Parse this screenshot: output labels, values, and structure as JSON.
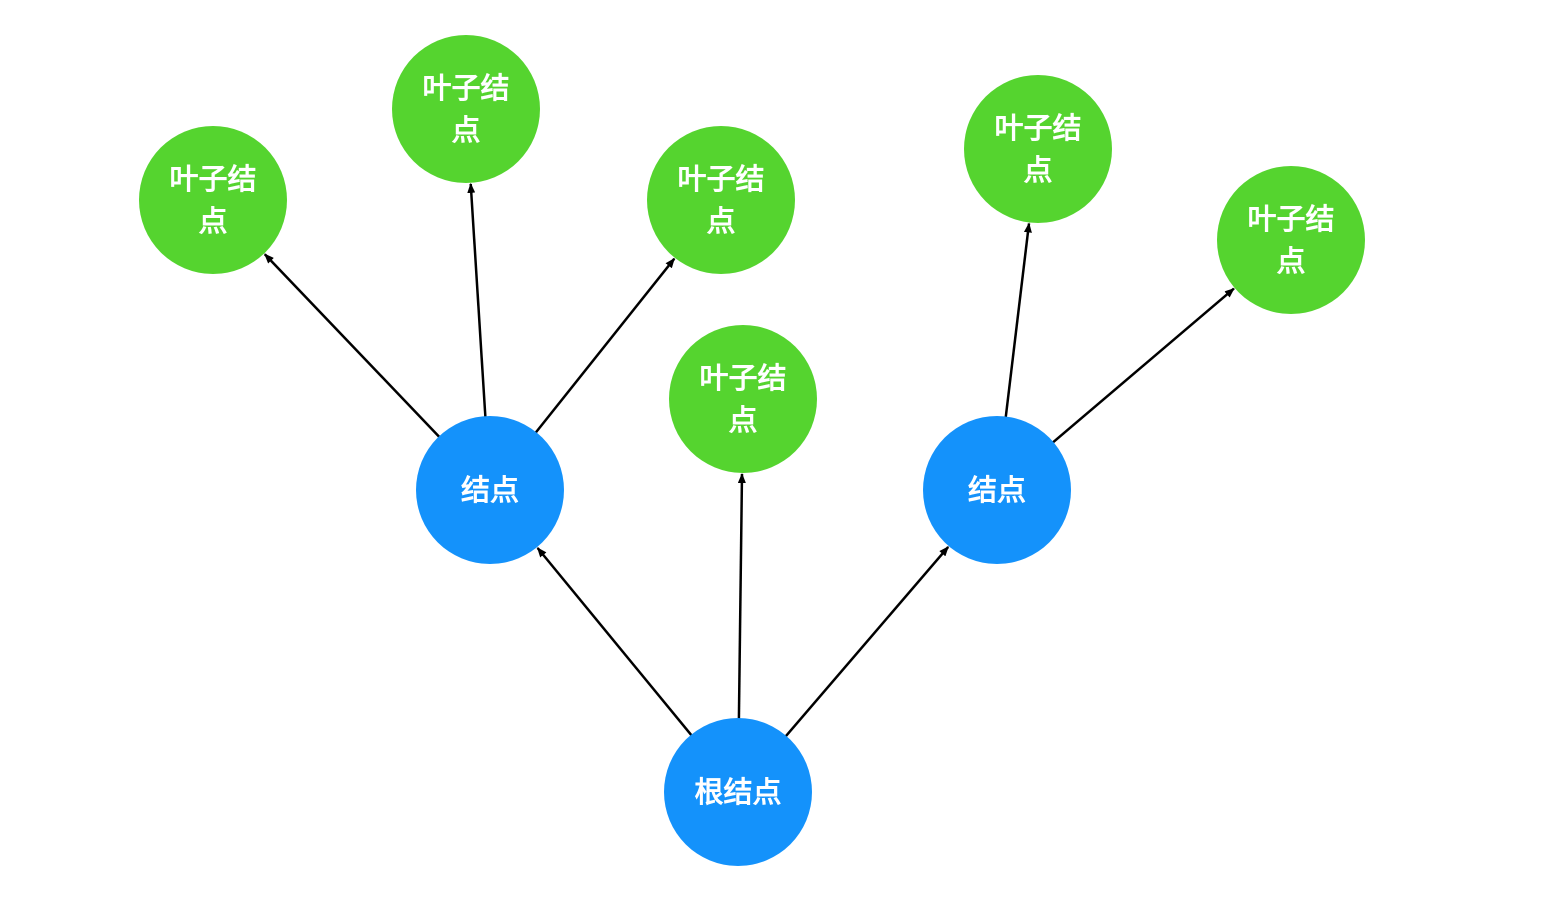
{
  "colors": {
    "root": "#1492fb",
    "inner": "#1492fb",
    "leaf": "#55d42f",
    "edge": "#000000",
    "background": "#ffffff"
  },
  "nodes": {
    "root": {
      "label": "根结点"
    },
    "left_node": {
      "label": "结点"
    },
    "right_node": {
      "label": "结点"
    },
    "leaf_left_1": {
      "label": "叶子结点"
    },
    "leaf_left_2": {
      "label": "叶子结点"
    },
    "leaf_left_3": {
      "label": "叶子结点"
    },
    "leaf_center": {
      "label": "叶子结点"
    },
    "leaf_right_1": {
      "label": "叶子结点"
    },
    "leaf_right_2": {
      "label": "叶子结点"
    }
  },
  "edges": [
    {
      "from": "root",
      "to": "left_node"
    },
    {
      "from": "root",
      "to": "leaf_center"
    },
    {
      "from": "root",
      "to": "right_node"
    },
    {
      "from": "left_node",
      "to": "leaf_left_1"
    },
    {
      "from": "left_node",
      "to": "leaf_left_2"
    },
    {
      "from": "left_node",
      "to": "leaf_left_3"
    },
    {
      "from": "right_node",
      "to": "leaf_right_1"
    },
    {
      "from": "right_node",
      "to": "leaf_right_2"
    }
  ]
}
